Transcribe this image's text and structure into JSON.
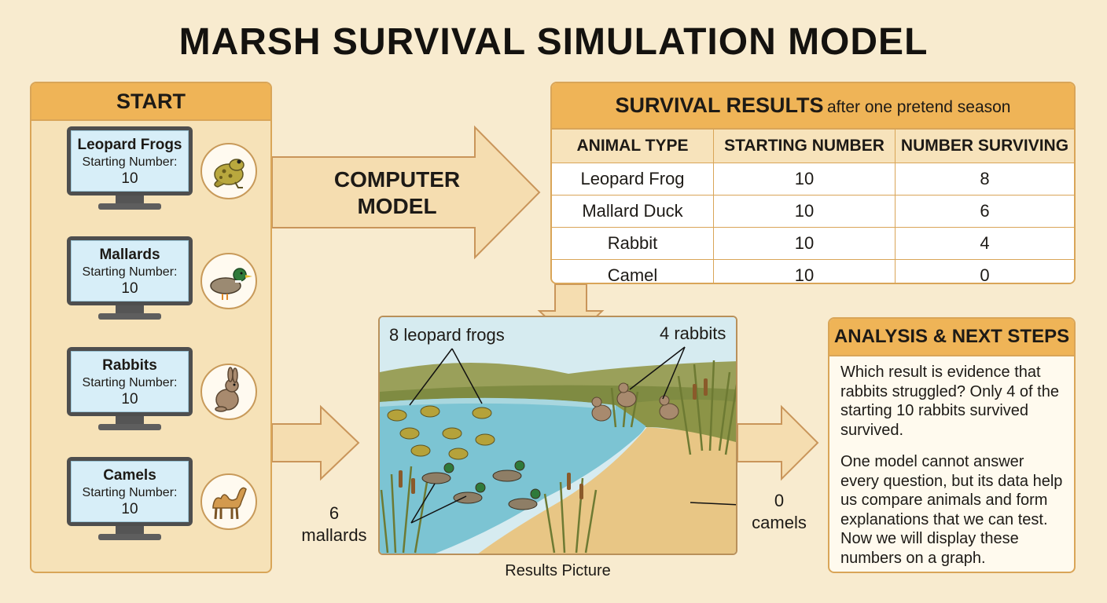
{
  "title": "MARSH SURVIVAL SIMULATION MODEL",
  "start": {
    "header": "START",
    "monitors": [
      {
        "name": "Leopard Frogs",
        "label": "Starting Number:",
        "value": "10",
        "icon": "frog-icon"
      },
      {
        "name": "Mallards",
        "label": "Starting Number:",
        "value": "10",
        "icon": "duck-icon"
      },
      {
        "name": "Rabbits",
        "label": "Starting Number:",
        "value": "10",
        "icon": "rabbit-icon"
      },
      {
        "name": "Camels",
        "label": "Starting Number:",
        "value": "10",
        "icon": "camel-icon"
      }
    ]
  },
  "computer_model": {
    "line1": "COMPUTER",
    "line2": "MODEL"
  },
  "results": {
    "title_bold": "SURVIVAL RESULTS",
    "title_rest": "after one pretend season",
    "columns": [
      "ANIMAL TYPE",
      "STARTING NUMBER",
      "NUMBER SURVIVING"
    ],
    "rows": [
      [
        "Leopard Frog",
        "10",
        "8"
      ],
      [
        "Mallard Duck",
        "10",
        "6"
      ],
      [
        "Rabbit",
        "10",
        "4"
      ],
      [
        "Camel",
        "10",
        "0"
      ]
    ]
  },
  "picture": {
    "caption": "Results Picture",
    "frogs_label": "8 leopard frogs",
    "rabbits_label": "4 rabbits",
    "mallards_num": "6",
    "mallards_word": "mallards",
    "camels_num": "0",
    "camels_word": "camels"
  },
  "analysis": {
    "header": "ANALYSIS & NEXT STEPS",
    "para1": "Which result is evidence that rabbits struggled? Only 4 of the starting 10 rabbits survived survived.",
    "para2": "One model cannot answer every question, but its data help us compare animals and form explanations that we can test. Now we will display these numbers on a graph."
  },
  "colors": {
    "background": "#f8ebcf",
    "header_orange": "#efb457",
    "border": "#d9a558",
    "arrow_fill": "#f5ddb0",
    "water": "#7cc4d3"
  }
}
